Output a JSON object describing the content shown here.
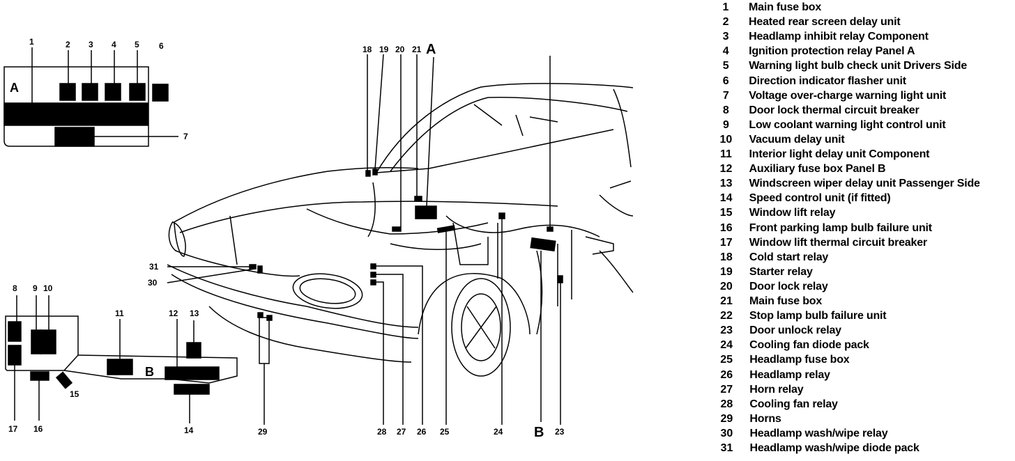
{
  "panel_a": {
    "letter": "A",
    "callouts": [
      "1",
      "2",
      "3",
      "4",
      "5",
      "6",
      "7"
    ]
  },
  "panel_b": {
    "letter": "B",
    "callouts": [
      "8",
      "9",
      "10",
      "11",
      "12",
      "13",
      "14",
      "15",
      "16",
      "17"
    ]
  },
  "car_view": {
    "marker_a": "A",
    "marker_b": "B",
    "callouts": [
      "18",
      "19",
      "20",
      "21",
      "23",
      "24",
      "25",
      "26",
      "27",
      "28",
      "29",
      "30",
      "31"
    ]
  },
  "legend": [
    {
      "num": "1",
      "text": "Main fuse box"
    },
    {
      "num": "2",
      "text": "Heated rear screen delay unit"
    },
    {
      "num": "3",
      "text": "Headlamp inhibit relay Component"
    },
    {
      "num": "4",
      "text": "Ignition protection relay Panel A"
    },
    {
      "num": "5",
      "text": "Warning light bulb check unit Drivers Side"
    },
    {
      "num": "6",
      "text": "Direction indicator flasher unit"
    },
    {
      "num": "7",
      "text": "Voltage over-charge warning light unit"
    },
    {
      "num": "8",
      "text": "Door lock thermal circuit breaker"
    },
    {
      "num": "9",
      "text": "Low coolant warning light control unit"
    },
    {
      "num": "10",
      "text": "Vacuum delay unit"
    },
    {
      "num": "11",
      "text": "Interior light delay unit Component"
    },
    {
      "num": "12",
      "text": "Auxiliary fuse box Panel B"
    },
    {
      "num": "13",
      "text": "Windscreen wiper delay unit Passenger Side"
    },
    {
      "num": "14",
      "text": "Speed control unit (if fitted)"
    },
    {
      "num": "15",
      "text": "Window lift relay"
    },
    {
      "num": "16",
      "text": "Front parking lamp bulb failure unit"
    },
    {
      "num": "17",
      "text": "Window lift thermal circuit breaker"
    },
    {
      "num": "18",
      "text": "Cold start relay"
    },
    {
      "num": "19",
      "text": "Starter relay"
    },
    {
      "num": "20",
      "text": "Door lock relay"
    },
    {
      "num": "21",
      "text": "Main fuse box"
    },
    {
      "num": "22",
      "text": "Stop lamp bulb failure unit"
    },
    {
      "num": "23",
      "text": "Door unlock relay"
    },
    {
      "num": "24",
      "text": "Cooling fan diode pack"
    },
    {
      "num": "25",
      "text": "Headlamp fuse box"
    },
    {
      "num": "26",
      "text": "Headlamp relay"
    },
    {
      "num": "27",
      "text": "Horn relay"
    },
    {
      "num": "28",
      "text": "Cooling fan relay"
    },
    {
      "num": "29",
      "text": "Horns"
    },
    {
      "num": "30",
      "text": "Headlamp wash/wipe relay"
    },
    {
      "num": "31",
      "text": "Headlamp wash/wipe diode pack"
    }
  ]
}
